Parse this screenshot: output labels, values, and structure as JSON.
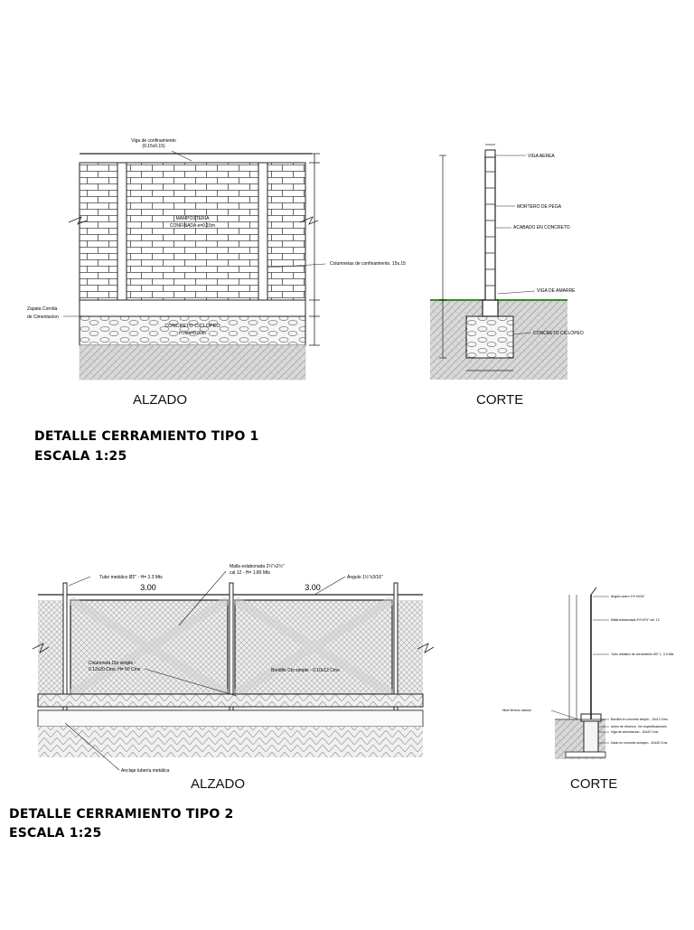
{
  "detail1": {
    "elevation": {
      "caption": "ALZADO",
      "labels": {
        "beam_line1": "Viga de confinamiento",
        "beam_line2": "(0.15x0.15)",
        "masonry_line1": "MAMPOSTERIA",
        "masonry_line2": "CONFINADA e=0.15m",
        "columns": "Columnetas de confinamiento. 15x.15",
        "footing_line1": "Zapata Corrida",
        "footing_line2": "de Cimentacion",
        "concrete_line1": "CONCRETO CICLOPEO",
        "concrete_line2": "H min=0.30m"
      }
    },
    "section": {
      "caption": "CORTE",
      "labels": {
        "aerial_beam": "VIGA AEREA",
        "mortar": "MORTERO DE PEGA",
        "concrete_finish": "ACABADO EN CONCRETO",
        "tie_beam": "VIGA DE AMARRE",
        "cyclopean": "CONCRETO CICLÓPEO"
      }
    },
    "title": "DETALLE CERRAMIENTO TIPO 1",
    "scale": "ESCALA 1:25"
  },
  "detail2": {
    "elevation": {
      "caption": "ALZADO",
      "span_left": "3.00",
      "span_right": "3.00",
      "labels": {
        "tube": "Tubo metálico Ø2\" - H= 3.3 Mts",
        "mesh_line1": "Malla eslabonada 2½\"x2½\"",
        "mesh_line2": "cal 12 - H= 1.80 Mts",
        "angle": "Ángulo 1½\"x3/16\"",
        "column_line1": "Columneta Cto simple -",
        "column_line2": "0.12x20 Cms. H= 60 Cms",
        "curb": "Bordillo Cto simple - 0.10x12 Cms",
        "anchor": "Anclaje tubería metálica"
      }
    },
    "section": {
      "caption": "CORTE",
      "labels": {
        "angle": "Ángulo acero 1½\"x3/16\"",
        "mesh": "Malla eslabonada 2½\"x2½\" cal. 12",
        "tube": "Tubo metálico de cerramiento Ø2\" L: 3.3 Mts",
        "ground": "Nivel terreno natural",
        "curb": "Bordillo en concreto simple - 10x12 Cms",
        "rebar": "Acero de refuerzo. Ver especificaciones",
        "beam": "Viga de cimentación - 20x20 Cms",
        "dado": "Dado en concreto ciclópeo - 40x40 Cms"
      }
    },
    "title": "DETALLE CERRAMIENTO TIPO 2",
    "scale": "ESCALA 1:25"
  },
  "colors": {
    "line": "#222222",
    "grass": "#3a8a2a",
    "mesh": "#9a9a9a",
    "fill": "#dcdcdc"
  }
}
